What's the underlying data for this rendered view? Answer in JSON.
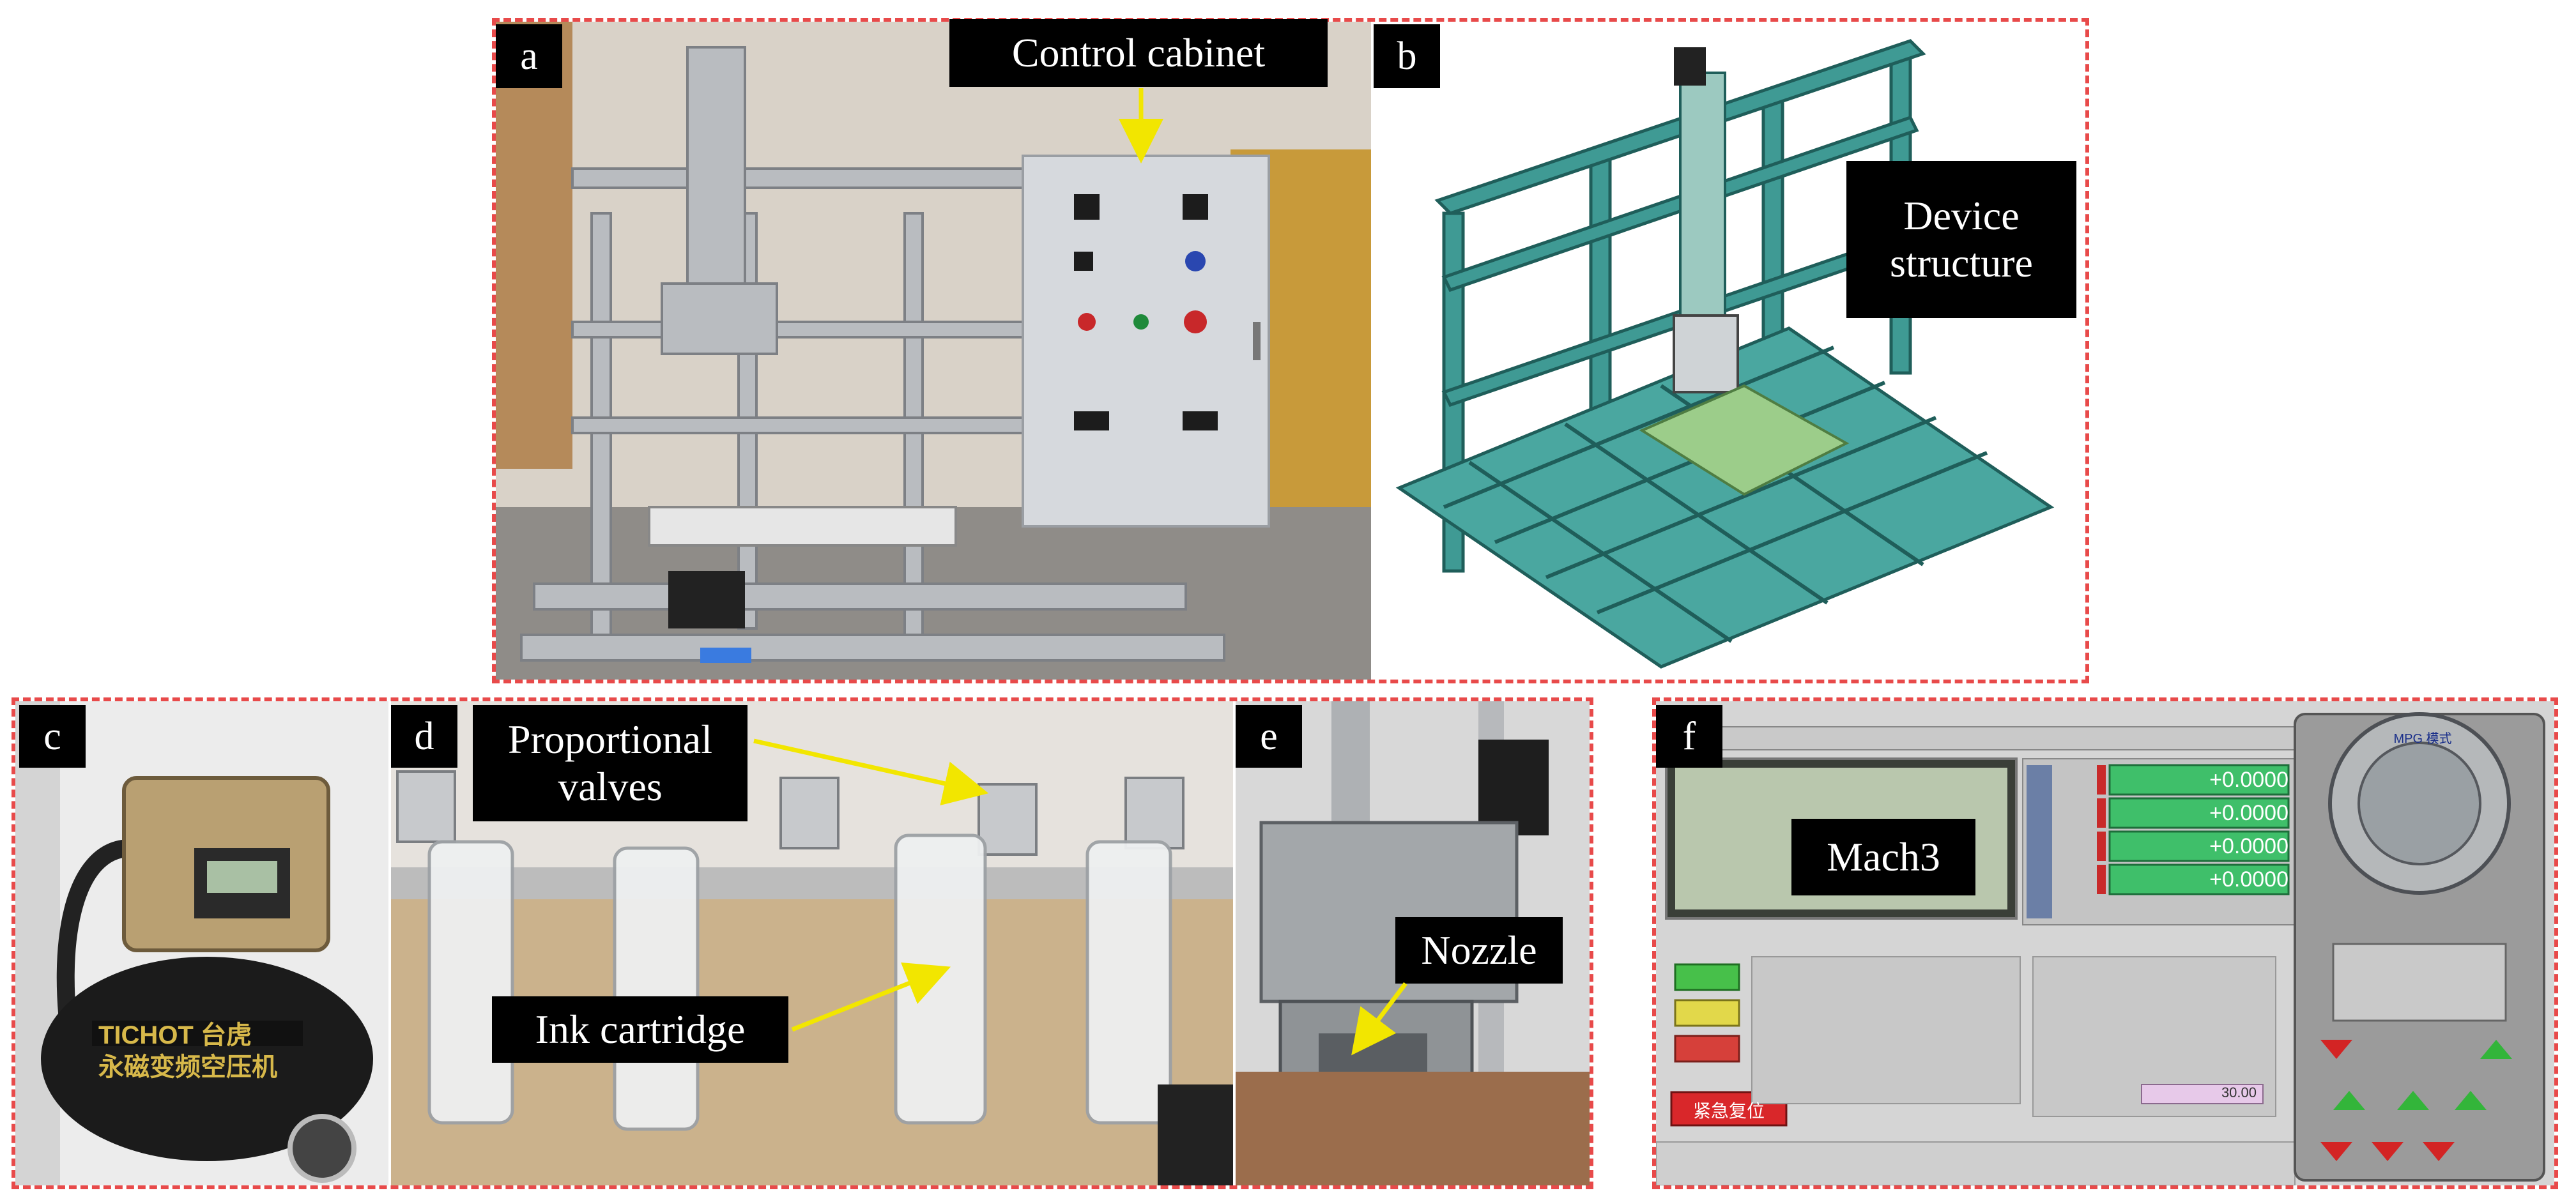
{
  "panels": {
    "a": {
      "tag": "a",
      "callout": "Control cabinet"
    },
    "b": {
      "tag": "b",
      "callout": "Device\nstructure"
    },
    "c": {
      "tag": "c",
      "compressor_brand": "TICHOT 台虎",
      "compressor_text": "永磁变频空压机"
    },
    "d": {
      "tag": "d",
      "callout_valves": "Proportional\nvalves",
      "callout_cartridge": "Ink cartridge"
    },
    "e": {
      "tag": "e",
      "callout": "Nozzle"
    },
    "f": {
      "tag": "f",
      "callout": "Mach3",
      "dro_values": [
        "+0.0000",
        "+0.0000",
        "+0.0000",
        "+0.0000"
      ],
      "mpg_title": "MPG 模式",
      "estop_label": "紧急复位",
      "feed_value": "30.00"
    }
  },
  "colors": {
    "frame": "#e84a4a",
    "arrow": "#f2e600",
    "structure": "#3f9a94",
    "plate": "#9ccd8a",
    "dro_green": "#3fbf6a"
  }
}
